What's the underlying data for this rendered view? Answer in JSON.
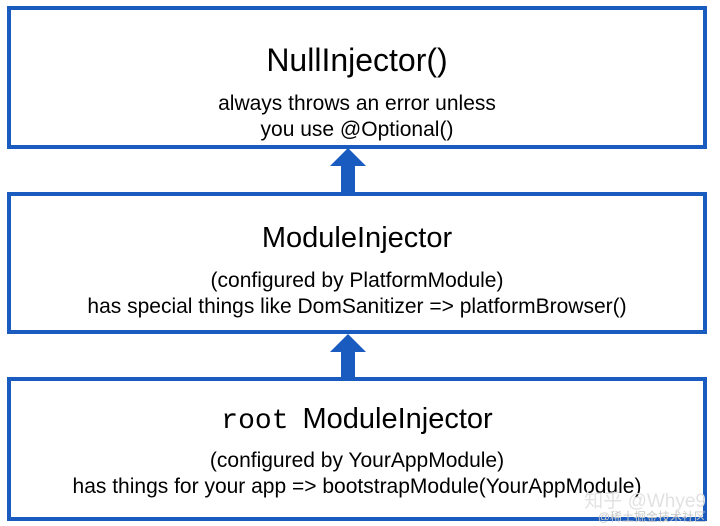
{
  "boxes": {
    "null_injector": {
      "title": "NullInjector()",
      "line1": "always throws an error unless",
      "line2": "you use @Optional()"
    },
    "module_injector": {
      "title": "ModuleInjector",
      "line1": "(configured by PlatformModule)",
      "line2": "has special things like DomSanitizer => platformBrowser()"
    },
    "root_module_injector": {
      "prefix": "root",
      "title": "ModuleInjector",
      "line1": "(configured by YourAppModule)",
      "line2": "has things for your app => bootstrapModule(YourAppModule)"
    }
  },
  "watermark": {
    "line1": "知乎 @Whye9",
    "line2": "@稀土掘金技术社区"
  },
  "colors": {
    "border": "#1a5bbf",
    "arrow": "#1a5bbf"
  }
}
